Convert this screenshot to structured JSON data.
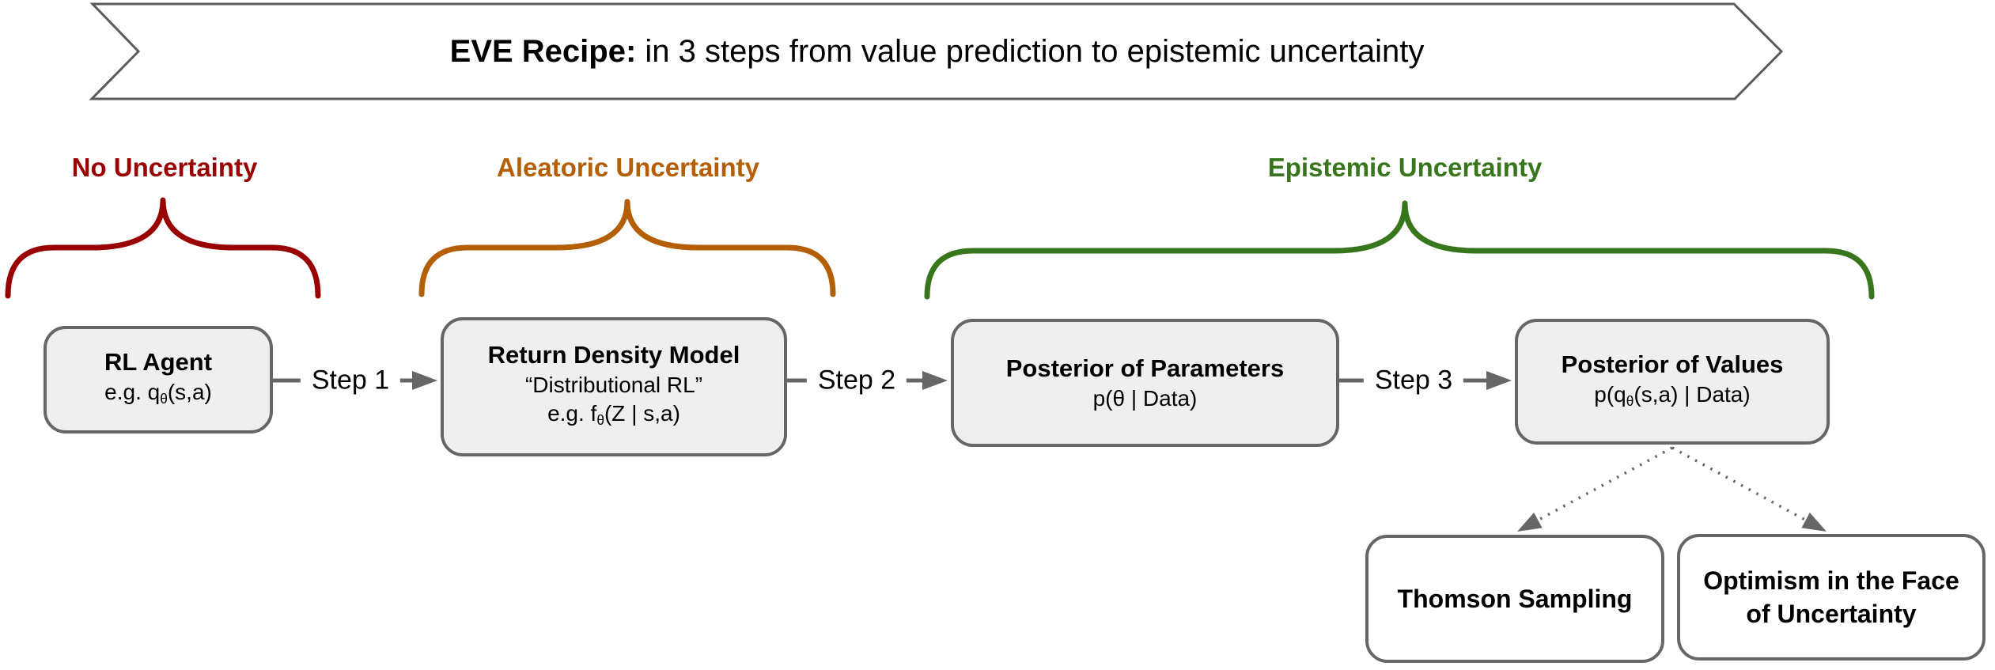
{
  "banner": {
    "title_bold": "EVE Recipe:",
    "title_rest": " in 3 steps from value prediction to epistemic uncertainty"
  },
  "sections": [
    {
      "label": "No Uncertainty",
      "color": "#990000"
    },
    {
      "label": "Aleatoric Uncertainty",
      "color": "#b45f06"
    },
    {
      "label": "Epistemic Uncertainty",
      "color": "#38761d"
    }
  ],
  "steps": [
    {
      "label": "Step 1"
    },
    {
      "label": "Step 2"
    },
    {
      "label": "Step 3"
    }
  ],
  "boxes": {
    "rl_agent": {
      "title": "RL Agent",
      "sub_pre": "e.g. q",
      "sub_theta": "θ",
      "sub_post": "(s,a)"
    },
    "return_density": {
      "title": "Return Density Model",
      "quote": "“Distributional RL”",
      "sub_pre": "e.g. f",
      "sub_theta": "θ",
      "sub_post": "(Z | s,a)"
    },
    "posterior_params": {
      "title": "Posterior of Parameters",
      "sub": "p(θ | Data)"
    },
    "posterior_values": {
      "title": "Posterior of Values",
      "sub_pre": "p(q",
      "sub_theta": "θ",
      "sub_post": "(s,a) | Data)"
    },
    "thomson": {
      "title": "Thomson Sampling"
    },
    "optimism": {
      "title": "Optimism in the Face of Uncertainty"
    }
  },
  "colors": {
    "box_fill": "#efefef",
    "box_border": "#666666",
    "arrow": "#666666",
    "banner_border": "#5b5b5b",
    "text": "#000000"
  }
}
